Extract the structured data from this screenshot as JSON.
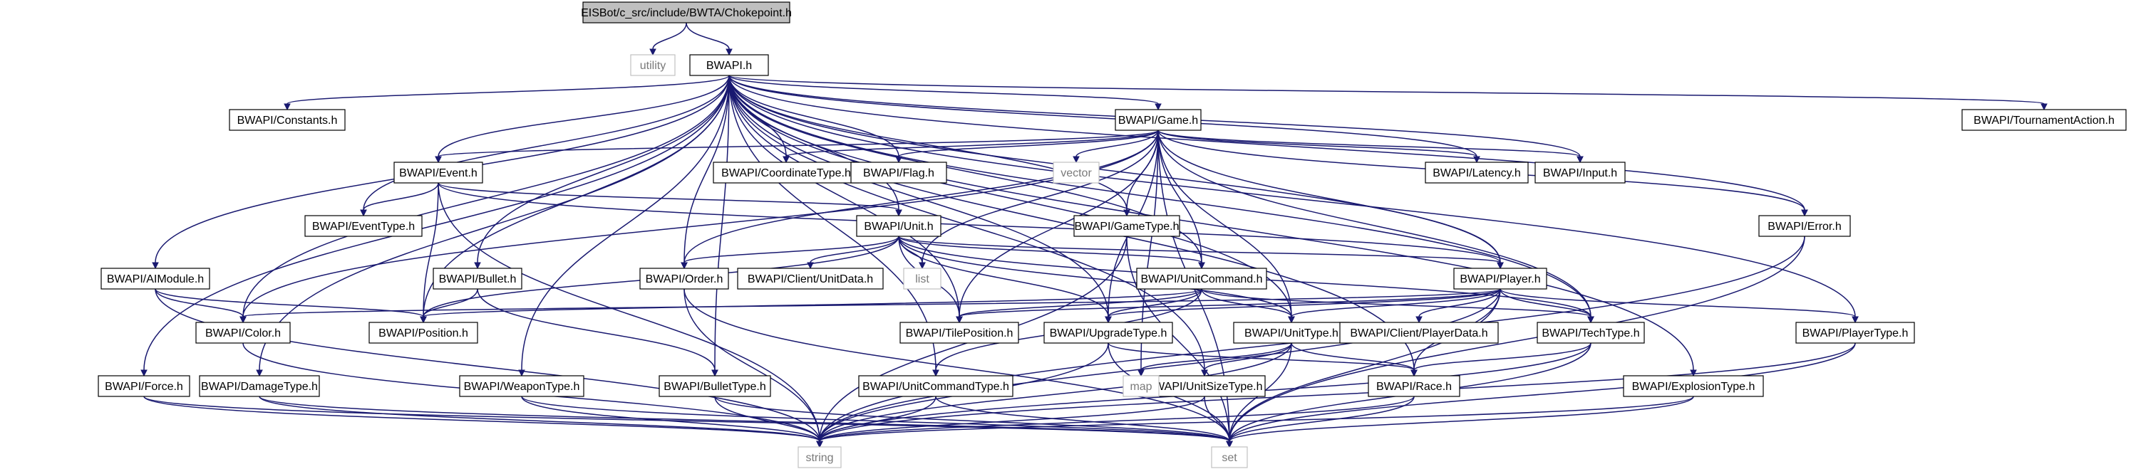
{
  "nodes": [
    {
      "id": "chokepoint",
      "label": "EISBot/c_src/include/BWTA/Chokepoint.h",
      "root": true
    },
    {
      "id": "utility",
      "label": "utility",
      "external": true
    },
    {
      "id": "bwapi",
      "label": "BWAPI.h"
    },
    {
      "id": "constants",
      "label": "BWAPI/Constants.h"
    },
    {
      "id": "game",
      "label": "BWAPI/Game.h"
    },
    {
      "id": "tournament",
      "label": "BWAPI/TournamentAction.h"
    },
    {
      "id": "event",
      "label": "BWAPI/Event.h"
    },
    {
      "id": "coordtype",
      "label": "BWAPI/CoordinateType.h"
    },
    {
      "id": "flag",
      "label": "BWAPI/Flag.h"
    },
    {
      "id": "vector",
      "label": "vector",
      "external": true
    },
    {
      "id": "latency",
      "label": "BWAPI/Latency.h"
    },
    {
      "id": "input",
      "label": "BWAPI/Input.h"
    },
    {
      "id": "eventtype",
      "label": "BWAPI/EventType.h"
    },
    {
      "id": "unit",
      "label": "BWAPI/Unit.h"
    },
    {
      "id": "gametype",
      "label": "BWAPI/GameType.h"
    },
    {
      "id": "error",
      "label": "BWAPI/Error.h"
    },
    {
      "id": "aimodule",
      "label": "BWAPI/AIModule.h"
    },
    {
      "id": "bullet",
      "label": "BWAPI/Bullet.h"
    },
    {
      "id": "order",
      "label": "BWAPI/Order.h"
    },
    {
      "id": "unitdata",
      "label": "BWAPI/Client/UnitData.h"
    },
    {
      "id": "list",
      "label": "list",
      "external": true
    },
    {
      "id": "unitcommand",
      "label": "BWAPI/UnitCommand.h"
    },
    {
      "id": "player",
      "label": "BWAPI/Player.h"
    },
    {
      "id": "color",
      "label": "BWAPI/Color.h"
    },
    {
      "id": "position",
      "label": "BWAPI/Position.h"
    },
    {
      "id": "tileposition",
      "label": "BWAPI/TilePosition.h"
    },
    {
      "id": "upgradetype",
      "label": "BWAPI/UpgradeType.h"
    },
    {
      "id": "unittype",
      "label": "BWAPI/UnitType.h"
    },
    {
      "id": "playerdata",
      "label": "BWAPI/Client/PlayerData.h"
    },
    {
      "id": "techtype",
      "label": "BWAPI/TechType.h"
    },
    {
      "id": "playertype",
      "label": "BWAPI/PlayerType.h"
    },
    {
      "id": "force",
      "label": "BWAPI/Force.h"
    },
    {
      "id": "damagetype",
      "label": "BWAPI/DamageType.h"
    },
    {
      "id": "weapontype",
      "label": "BWAPI/WeaponType.h"
    },
    {
      "id": "bullettype",
      "label": "BWAPI/BulletType.h"
    },
    {
      "id": "unitcmdtype",
      "label": "BWAPI/UnitCommandType.h"
    },
    {
      "id": "unitsizetype",
      "label": "BWAPI/UnitSizeType.h"
    },
    {
      "id": "race",
      "label": "BWAPI/Race.h"
    },
    {
      "id": "map",
      "label": "map",
      "external": true
    },
    {
      "id": "explosiontype",
      "label": "BWAPI/ExplosionType.h"
    },
    {
      "id": "string",
      "label": "string",
      "external": true
    },
    {
      "id": "set",
      "label": "set",
      "external": true
    }
  ],
  "edges": [
    [
      "chokepoint",
      "utility"
    ],
    [
      "chokepoint",
      "bwapi"
    ],
    [
      "bwapi",
      "constants"
    ],
    [
      "bwapi",
      "game"
    ],
    [
      "bwapi",
      "tournament"
    ],
    [
      "bwapi",
      "event"
    ],
    [
      "bwapi",
      "coordtype"
    ],
    [
      "bwapi",
      "flag"
    ],
    [
      "bwapi",
      "latency"
    ],
    [
      "bwapi",
      "input"
    ],
    [
      "bwapi",
      "eventtype"
    ],
    [
      "bwapi",
      "unit"
    ],
    [
      "bwapi",
      "gametype"
    ],
    [
      "bwapi",
      "error"
    ],
    [
      "bwapi",
      "aimodule"
    ],
    [
      "bwapi",
      "bullet"
    ],
    [
      "bwapi",
      "order"
    ],
    [
      "bwapi",
      "unitcommand"
    ],
    [
      "bwapi",
      "player"
    ],
    [
      "bwapi",
      "color"
    ],
    [
      "bwapi",
      "position"
    ],
    [
      "bwapi",
      "tileposition"
    ],
    [
      "bwapi",
      "upgradetype"
    ],
    [
      "bwapi",
      "unittype"
    ],
    [
      "bwapi",
      "techtype"
    ],
    [
      "bwapi",
      "playertype"
    ],
    [
      "bwapi",
      "force"
    ],
    [
      "bwapi",
      "damagetype"
    ],
    [
      "bwapi",
      "weapontype"
    ],
    [
      "bwapi",
      "bullettype"
    ],
    [
      "bwapi",
      "unitcmdtype"
    ],
    [
      "bwapi",
      "unitsizetype"
    ],
    [
      "bwapi",
      "race"
    ],
    [
      "bwapi",
      "explosiontype"
    ],
    [
      "game",
      "event"
    ],
    [
      "game",
      "coordtype"
    ],
    [
      "game",
      "flag"
    ],
    [
      "game",
      "vector"
    ],
    [
      "game",
      "latency"
    ],
    [
      "game",
      "input"
    ],
    [
      "game",
      "gametype"
    ],
    [
      "game",
      "error"
    ],
    [
      "game",
      "list"
    ],
    [
      "game",
      "order"
    ],
    [
      "game",
      "color"
    ],
    [
      "game",
      "tileposition"
    ],
    [
      "game",
      "unittype"
    ],
    [
      "game",
      "techtype"
    ],
    [
      "game",
      "upgradetype"
    ],
    [
      "game",
      "map"
    ],
    [
      "game",
      "set"
    ],
    [
      "game",
      "unitcommand"
    ],
    [
      "game",
      "player"
    ],
    [
      "event",
      "eventtype"
    ],
    [
      "event",
      "unit"
    ],
    [
      "event",
      "position"
    ],
    [
      "event",
      "string"
    ],
    [
      "event",
      "player"
    ],
    [
      "unit",
      "order"
    ],
    [
      "unit",
      "unitdata"
    ],
    [
      "unit",
      "list"
    ],
    [
      "unit",
      "unitcommand"
    ],
    [
      "unit",
      "player"
    ],
    [
      "unit",
      "position"
    ],
    [
      "unit",
      "tileposition"
    ],
    [
      "unit",
      "upgradetype"
    ],
    [
      "unit",
      "unittype"
    ],
    [
      "unit",
      "techtype"
    ],
    [
      "gametype",
      "string"
    ],
    [
      "gametype",
      "set"
    ],
    [
      "error",
      "string"
    ],
    [
      "error",
      "set"
    ],
    [
      "aimodule",
      "color"
    ],
    [
      "aimodule",
      "position"
    ],
    [
      "aimodule",
      "string"
    ],
    [
      "bullet",
      "position"
    ],
    [
      "bullet",
      "bullettype"
    ],
    [
      "order",
      "string"
    ],
    [
      "order",
      "set"
    ],
    [
      "unitcommand",
      "position"
    ],
    [
      "unitcommand",
      "tileposition"
    ],
    [
      "unitcommand",
      "unitcmdtype"
    ],
    [
      "unitcommand",
      "upgradetype"
    ],
    [
      "unitcommand",
      "unittype"
    ],
    [
      "unitcommand",
      "techtype"
    ],
    [
      "player",
      "tileposition"
    ],
    [
      "player",
      "upgradetype"
    ],
    [
      "player",
      "unittype"
    ],
    [
      "player",
      "playerdata"
    ],
    [
      "player",
      "techtype"
    ],
    [
      "player",
      "playertype"
    ],
    [
      "player",
      "race"
    ],
    [
      "player",
      "string"
    ],
    [
      "player",
      "set"
    ],
    [
      "player",
      "color"
    ],
    [
      "color",
      "string"
    ],
    [
      "upgradetype",
      "race"
    ],
    [
      "upgradetype",
      "string"
    ],
    [
      "upgradetype",
      "set"
    ],
    [
      "unittype",
      "race"
    ],
    [
      "unittype",
      "unitsizetype"
    ],
    [
      "unittype",
      "map"
    ],
    [
      "unittype",
      "string"
    ],
    [
      "unittype",
      "set"
    ],
    [
      "techtype",
      "race"
    ],
    [
      "techtype",
      "string"
    ],
    [
      "techtype",
      "set"
    ],
    [
      "playertype",
      "string"
    ],
    [
      "playertype",
      "set"
    ],
    [
      "force",
      "string"
    ],
    [
      "force",
      "set"
    ],
    [
      "damagetype",
      "string"
    ],
    [
      "damagetype",
      "set"
    ],
    [
      "weapontype",
      "string"
    ],
    [
      "weapontype",
      "set"
    ],
    [
      "bullettype",
      "string"
    ],
    [
      "bullettype",
      "set"
    ],
    [
      "unitcmdtype",
      "string"
    ],
    [
      "unitcmdtype",
      "set"
    ],
    [
      "unitsizetype",
      "string"
    ],
    [
      "unitsizetype",
      "set"
    ],
    [
      "race",
      "string"
    ],
    [
      "race",
      "set"
    ],
    [
      "explosiontype",
      "string"
    ],
    [
      "explosiontype",
      "set"
    ]
  ]
}
